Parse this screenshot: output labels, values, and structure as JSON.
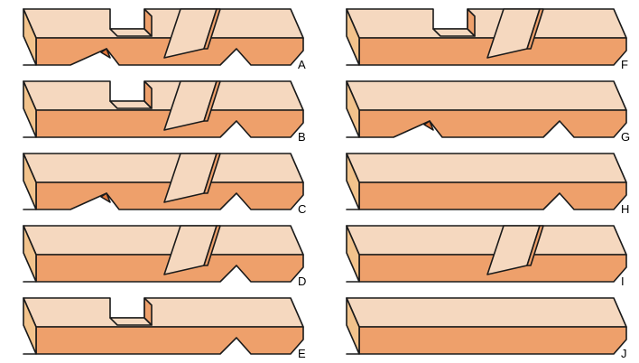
{
  "colors": {
    "top": "#F5D8BF",
    "front": "#EEA06B",
    "end": "#F2C38C",
    "stroke": "#1A1A1A",
    "background": "#FFFFFF"
  },
  "figures": [
    {
      "label": "A",
      "top_notch": true,
      "diagonal_cut": true,
      "left_v": true,
      "right_v": true
    },
    {
      "label": "B",
      "top_notch": true,
      "diagonal_cut": true,
      "left_v": false,
      "right_v": true
    },
    {
      "label": "C",
      "top_notch": false,
      "diagonal_cut": true,
      "left_v": true,
      "right_v": true
    },
    {
      "label": "D",
      "top_notch": false,
      "diagonal_cut": true,
      "left_v": false,
      "right_v": true
    },
    {
      "label": "E",
      "top_notch": true,
      "diagonal_cut": false,
      "left_v": false,
      "right_v": true
    },
    {
      "label": "F",
      "top_notch": true,
      "diagonal_cut": true,
      "left_v": false,
      "right_v": false
    },
    {
      "label": "G",
      "top_notch": false,
      "diagonal_cut": false,
      "left_v": true,
      "right_v": true
    },
    {
      "label": "H",
      "top_notch": false,
      "diagonal_cut": false,
      "left_v": false,
      "right_v": true
    },
    {
      "label": "I",
      "top_notch": false,
      "diagonal_cut": true,
      "left_v": false,
      "right_v": false
    },
    {
      "label": "J",
      "top_notch": false,
      "diagonal_cut": false,
      "left_v": false,
      "right_v": false
    }
  ]
}
